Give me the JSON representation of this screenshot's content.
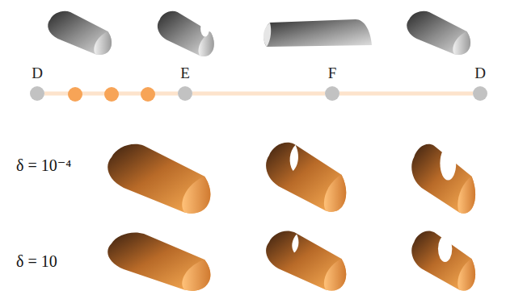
{
  "diagram": {
    "nodes": [
      {
        "text": [
          "D"
        ]
      },
      {
        "text": [
          "E"
        ]
      },
      {
        "text": [
          "F"
        ]
      },
      {
        "text": [
          "D"
        ]
      }
    ],
    "edges": [
      {
        "from": 0,
        "to": 1,
        "arrow": "none"
      },
      {
        "from": 1,
        "to": 2,
        "arrow": "none"
      },
      {
        "from": 2,
        "to": 3,
        "arrow": "none"
      }
    ],
    "labels": [
      "δ = 10⁻⁴",
      "δ = 10"
    ]
  }
}
